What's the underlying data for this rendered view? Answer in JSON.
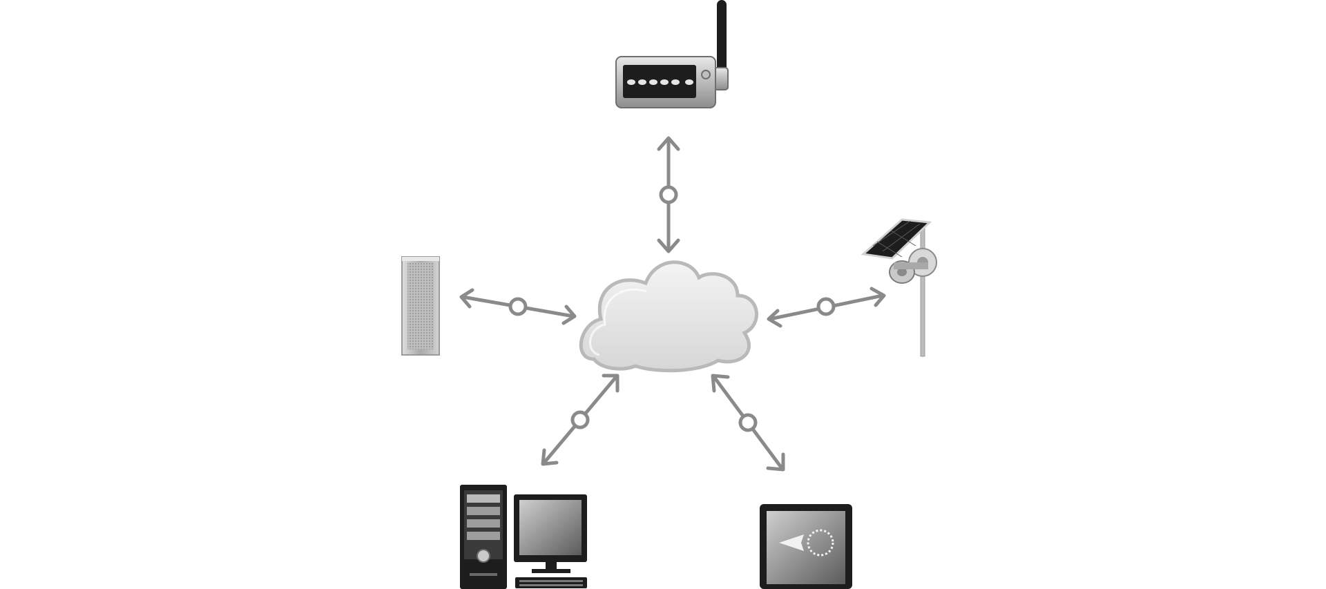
{
  "diagram": {
    "style": "grayscale network topology",
    "hub": {
      "name": "cloud",
      "icon": "cloud-icon"
    },
    "nodes": [
      {
        "id": "router",
        "icon": "wireless-router-icon"
      },
      {
        "id": "column-speaker",
        "icon": "column-speaker-icon"
      },
      {
        "id": "solar-horn-speaker",
        "icon": "solar-horn-speaker-icon"
      },
      {
        "id": "desktop-computer",
        "icon": "desktop-computer-icon"
      },
      {
        "id": "tablet",
        "icon": "tablet-icon"
      }
    ],
    "connections": [
      {
        "from": "cloud",
        "to": "router",
        "bidirectional": true
      },
      {
        "from": "cloud",
        "to": "column-speaker",
        "bidirectional": true
      },
      {
        "from": "cloud",
        "to": "solar-horn-speaker",
        "bidirectional": true
      },
      {
        "from": "cloud",
        "to": "desktop-computer",
        "bidirectional": true
      },
      {
        "from": "cloud",
        "to": "tablet",
        "bidirectional": true
      }
    ],
    "colors": {
      "arrow": "#8a8a8a",
      "cloud_stroke": "#b9b9b9",
      "device_dark": "#1d1d1d",
      "device_mid": "#9a9a9a"
    }
  }
}
